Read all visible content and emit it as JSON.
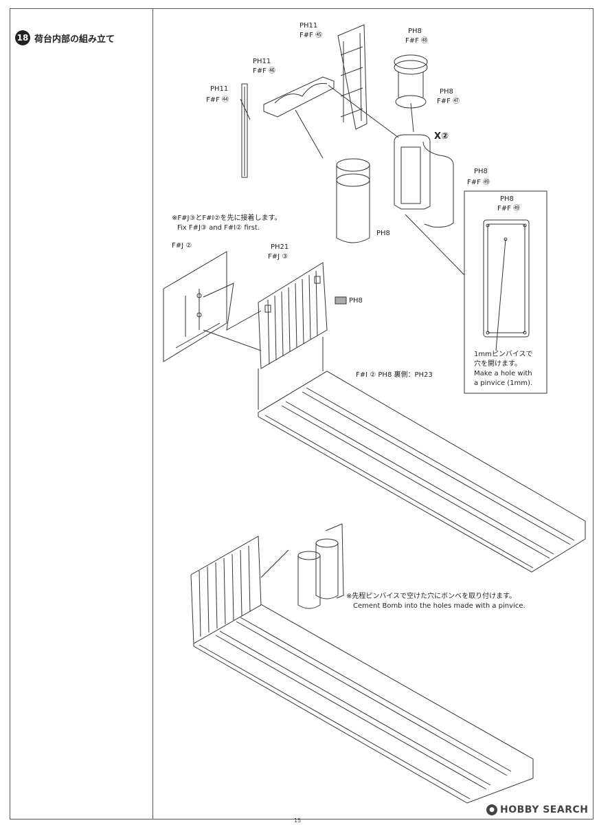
{
  "step": {
    "number": "18",
    "title": "荷台内部の組み立て"
  },
  "labels": {
    "ph11_45": "PH11",
    "ff45": "F#F ㊺",
    "ph11_46": "PH11",
    "ff46": "F#F ㊻",
    "ph11_44": "PH11",
    "ff44": "F#F ㊹",
    "ph8_48": "PH8",
    "ff48": "F#F ㊽",
    "ph8_47": "PH8",
    "ff47": "F#F ㊼",
    "x2": "X②",
    "ph8_49": "PH8",
    "ff49": "F#F ㊾",
    "ph8_cyl": "PH8",
    "ph8_49b": "PH8",
    "ff49b": "F#F ㊾",
    "fj2": "F#J ②",
    "ph21": "PH21",
    "fj3": "F#J ③",
    "ph8_swatch": "PH8",
    "fi2": "F#I ②  PH8  裏側：PH23"
  },
  "notes": {
    "fix_first_jp": "※F#J③とF#I②を先に接着します。",
    "fix_first_en": "Fix F#J③ and F#I② first.",
    "hole_jp1": "1mmピンバイスで",
    "hole_jp2": "穴を開けます。",
    "hole_en1": "Make a hole with",
    "hole_en2": "a pinvice (1mm).",
    "cement_jp": "※先程ピンバイスで空けた穴にボンベを取り付けます。",
    "cement_en": "Cement Bomb into the holes made with a pinvice."
  },
  "footer": {
    "page_number": "15",
    "watermark": "HOBBY SEARCH"
  }
}
